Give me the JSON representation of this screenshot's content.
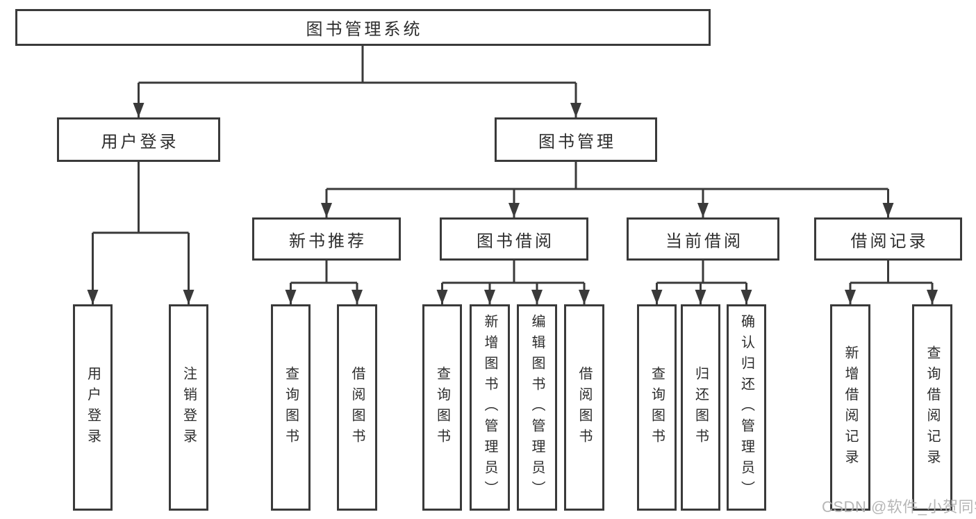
{
  "colors": {
    "line": "#3a3a3a",
    "box_border": "#3a3a3a",
    "text": "#2d2d2d",
    "watermark": "#b2b2b2",
    "background": "#ffffff"
  },
  "tree": {
    "root": {
      "label": "图书管理系统"
    },
    "level2": [
      {
        "label": "用户登录",
        "children": [
          "用户登录",
          "注销登录"
        ]
      },
      {
        "label": "图书管理"
      }
    ],
    "level3": [
      {
        "label": "新书推荐",
        "children": [
          "查询图书",
          "借阅图书"
        ]
      },
      {
        "label": "图书借阅",
        "children": [
          "查询图书",
          "新增图书（管理员）",
          "编辑图书（管理员）",
          "借阅图书"
        ]
      },
      {
        "label": "当前借阅",
        "children": [
          "查询图书",
          "归还图书",
          "确认归还（管理员）"
        ]
      },
      {
        "label": "借阅记录",
        "children": [
          "新增借阅记录",
          "查询借阅记录"
        ]
      }
    ]
  },
  "watermark": "CSDN @软件_小贺同学"
}
